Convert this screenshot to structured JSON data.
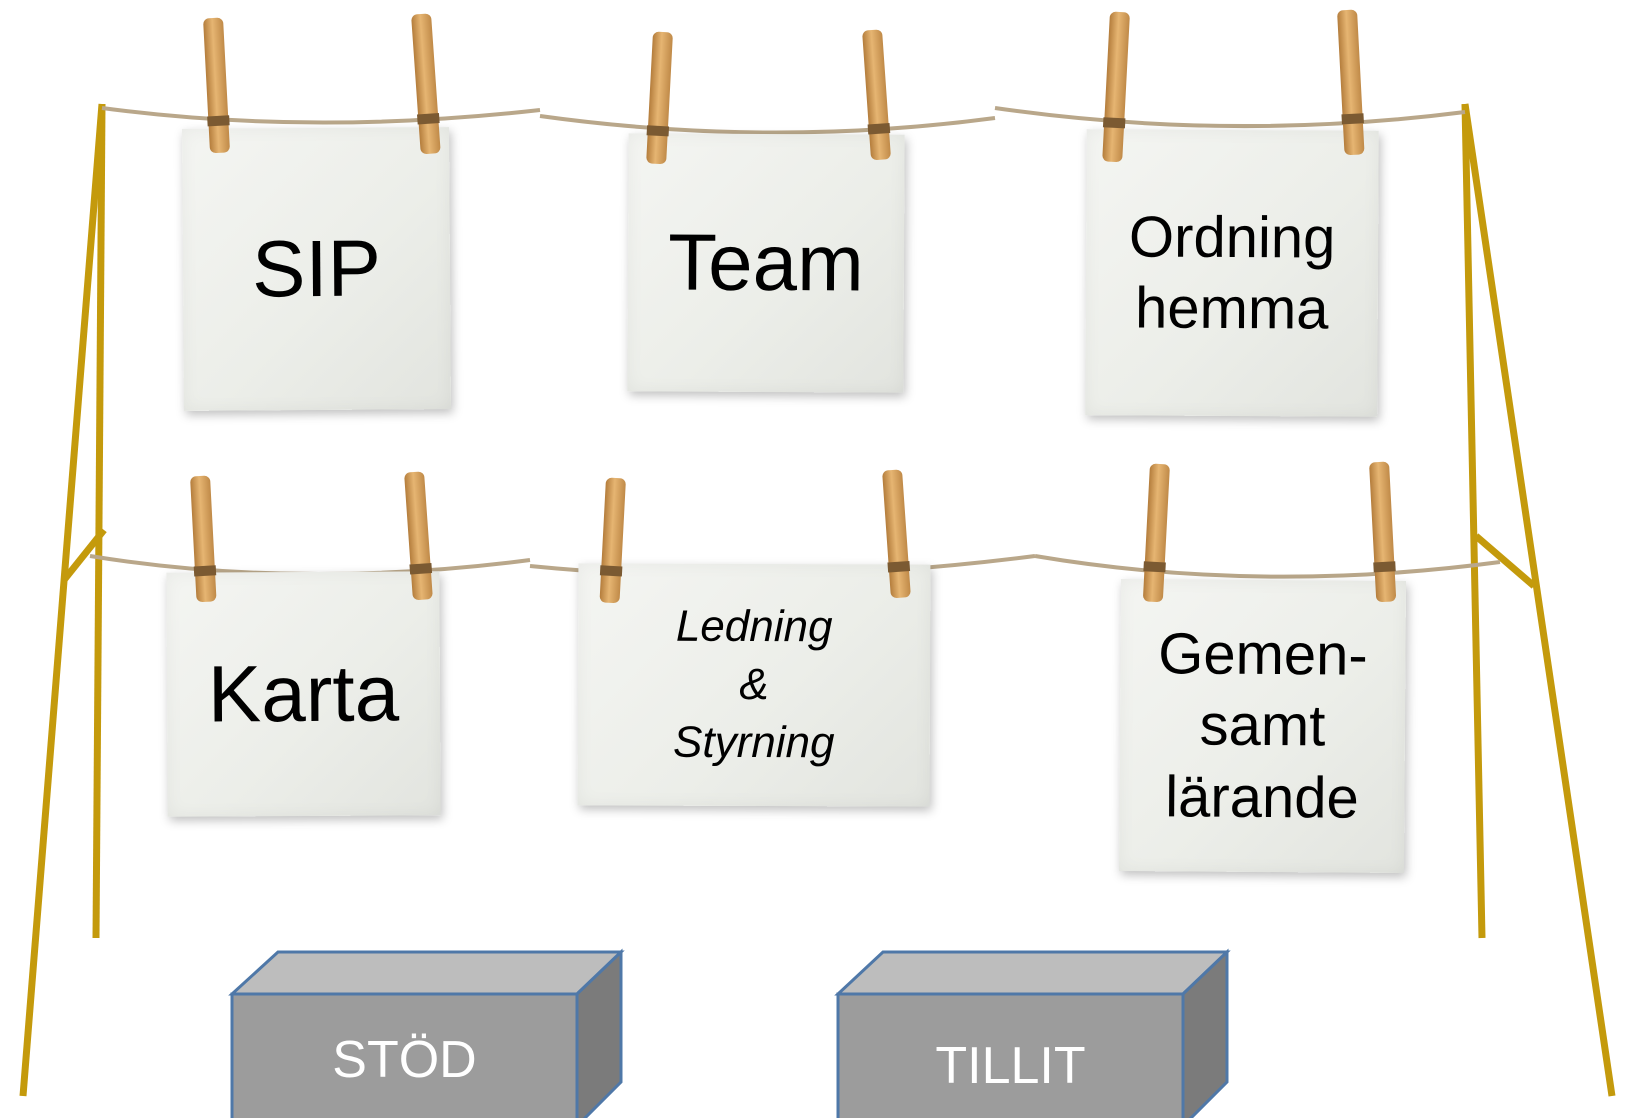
{
  "notes": {
    "sip": "SIP",
    "team": "Team",
    "ordning_line1": "Ordning",
    "ordning_line2": "hemma",
    "karta": "Karta",
    "ledning_line1": "Ledning",
    "ledning_line2": "&",
    "ledning_line3": "Styrning",
    "gemensamt_line1": "Gemen-",
    "gemensamt_line2": "samt",
    "gemensamt_line3": "lärande"
  },
  "blocks": {
    "stod": "STÖD",
    "tillit": "TILLIT"
  },
  "colors": {
    "pole": "#c49a0c",
    "rope": "#b9a78a",
    "peg": "#d9a35e",
    "block_front": "#9c9c9c",
    "block_top": "#bdbdbd",
    "block_side": "#7b7b7b",
    "block_edge": "#4f78a8"
  }
}
